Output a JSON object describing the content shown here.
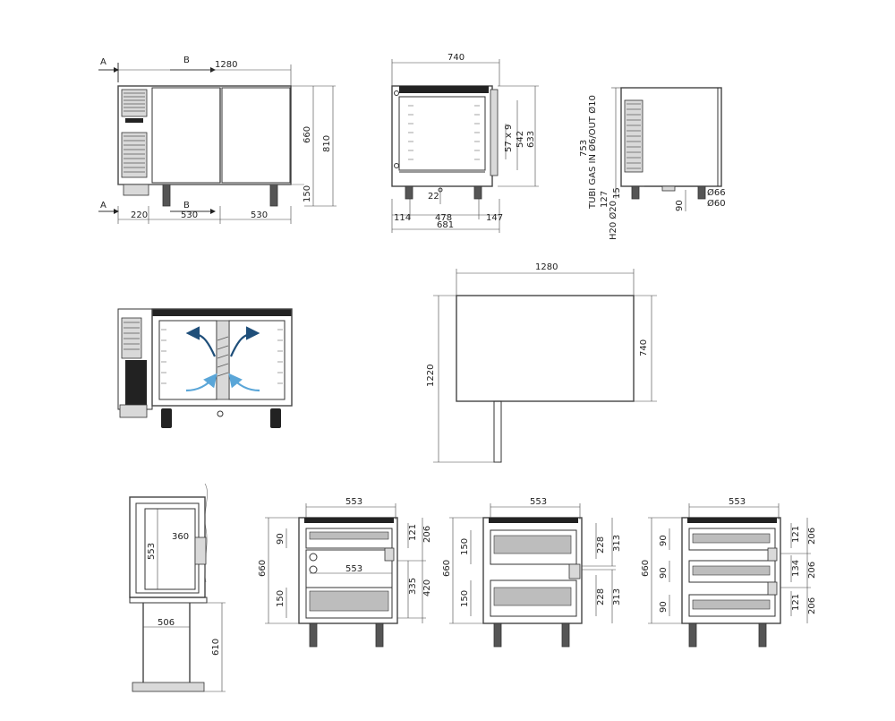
{
  "front_view": {
    "section_a_top": "A",
    "section_b_top": "B",
    "section_a_bottom": "A",
    "section_b_bottom": "B",
    "width": "1280",
    "height_660": "660",
    "height_810": "810",
    "leg_150": "150",
    "seg_220": "220",
    "seg_530a": "530",
    "seg_530b": "530"
  },
  "side_view": {
    "width_740": "740",
    "dim_57x9": "57 x 9",
    "dim_542": "542",
    "dim_633": "633",
    "dim_22": "22",
    "dim_114": "114",
    "dim_478": "478",
    "dim_147": "147",
    "dim_681": "681"
  },
  "rear_view": {
    "gas_label": "TUBI GAS IN Ø6/OUT Ø10",
    "water_label": "H20 Ø20",
    "dim_753": "753",
    "dim_127": "127",
    "dim_15": "15",
    "dim_90": "90",
    "dim_o66": "Ø66",
    "dim_o60": "Ø60"
  },
  "plan_view": {
    "width_1280": "1280",
    "depth_740": "740",
    "depth_1220": "1220"
  },
  "section_view": {
    "dim_553": "553",
    "dim_360": "360",
    "dim_506": "506",
    "dim_610": "610"
  },
  "drawer_views": [
    {
      "top_553": "553",
      "inner_553": "553",
      "outer_660": "660",
      "left_top": "90",
      "left_bottom": "150",
      "right_121": "121",
      "right_206": "206",
      "right_335": "335",
      "right_420": "420"
    },
    {
      "top_553": "553",
      "outer_660": "660",
      "left_top": "150",
      "left_bottom": "150",
      "right_228a": "228",
      "right_313a": "313",
      "right_228b": "228",
      "right_313b": "313"
    },
    {
      "top_553": "553",
      "outer_660": "660",
      "left_a": "90",
      "left_b": "90",
      "left_c": "90",
      "right_121a": "121",
      "right_206a": "206",
      "right_134": "134",
      "right_206b": "206",
      "right_121b": "121",
      "right_206c": "206"
    }
  ]
}
